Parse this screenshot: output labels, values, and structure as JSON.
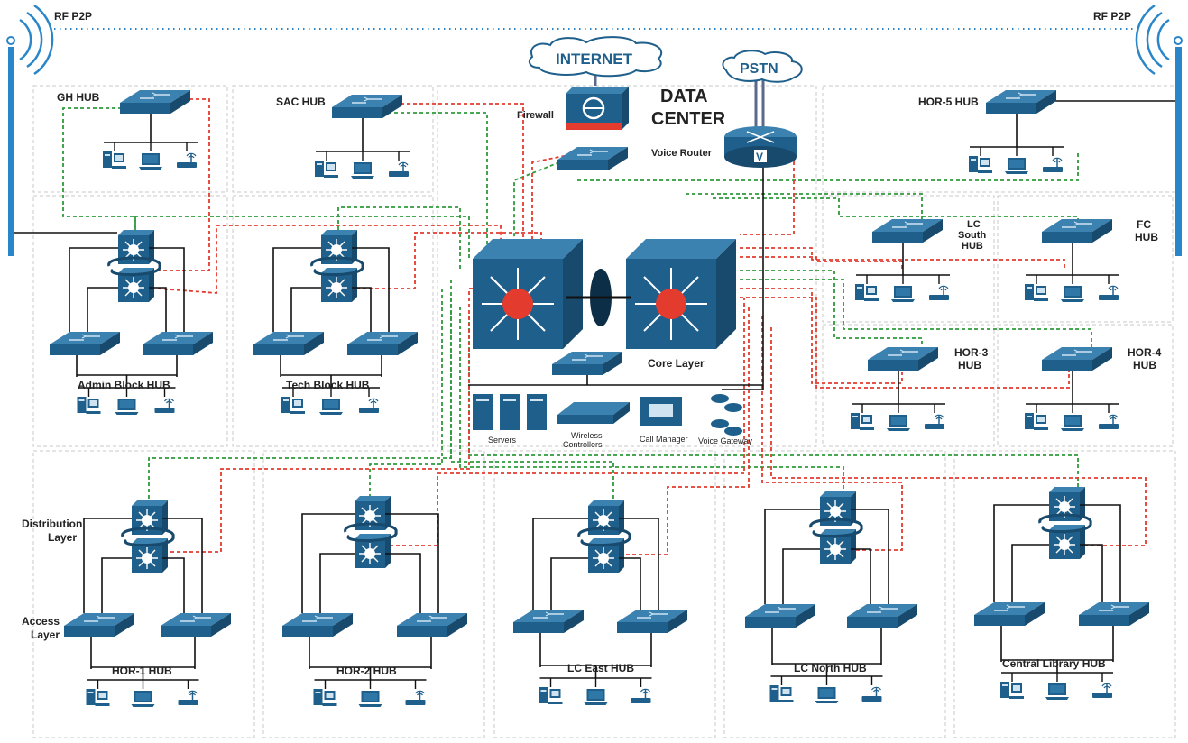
{
  "rf_link": {
    "left_label": "RF P2P",
    "right_label": "RF P2P"
  },
  "cloud_internet": "INTERNET",
  "cloud_pstn": "PSTN",
  "datacenter": {
    "line1": "DATA",
    "line2": "CENTER"
  },
  "firewall_label": "Firewall",
  "voice_router_label": "Voice Router",
  "core_layer_label": "Core Layer",
  "dc_devices": {
    "servers": "Servers",
    "wireless_line1": "Wireless",
    "wireless_line2": "Controllers",
    "call_manager": "Call Manager",
    "voice_gateway": "Voice Gateway"
  },
  "layer_labels": {
    "distribution_line1": "Distribution",
    "distribution_line2": "Layer",
    "access_line1": "Access",
    "access_line2": "Layer"
  },
  "hubs": {
    "gh": "GH HUB",
    "sac": "SAC HUB",
    "hor5": "HOR-5 HUB",
    "admin": "Admin Block HUB",
    "tech": "Tech Block HUB",
    "lc_south": [
      "LC",
      "South",
      "HUB"
    ],
    "fc": [
      "FC",
      "HUB"
    ],
    "hor3": [
      "HOR-3",
      "HUB"
    ],
    "hor4": [
      "HOR-4",
      "HUB"
    ],
    "hor1": "HOR-1 HUB",
    "hor2": "HOR-2 HUB",
    "lc_east": "LC East HUB",
    "lc_north": "LC North HUB",
    "central_library": "Central Library HUB"
  },
  "colors": {
    "device_blue": "#1f5f8b",
    "device_top": "#3b82b0",
    "device_dark": "#174a6d",
    "link_green": "#2e9b3a",
    "link_red": "#e33b2e",
    "rf_blue": "#2a86c8",
    "box_border": "#c9c9c9"
  }
}
